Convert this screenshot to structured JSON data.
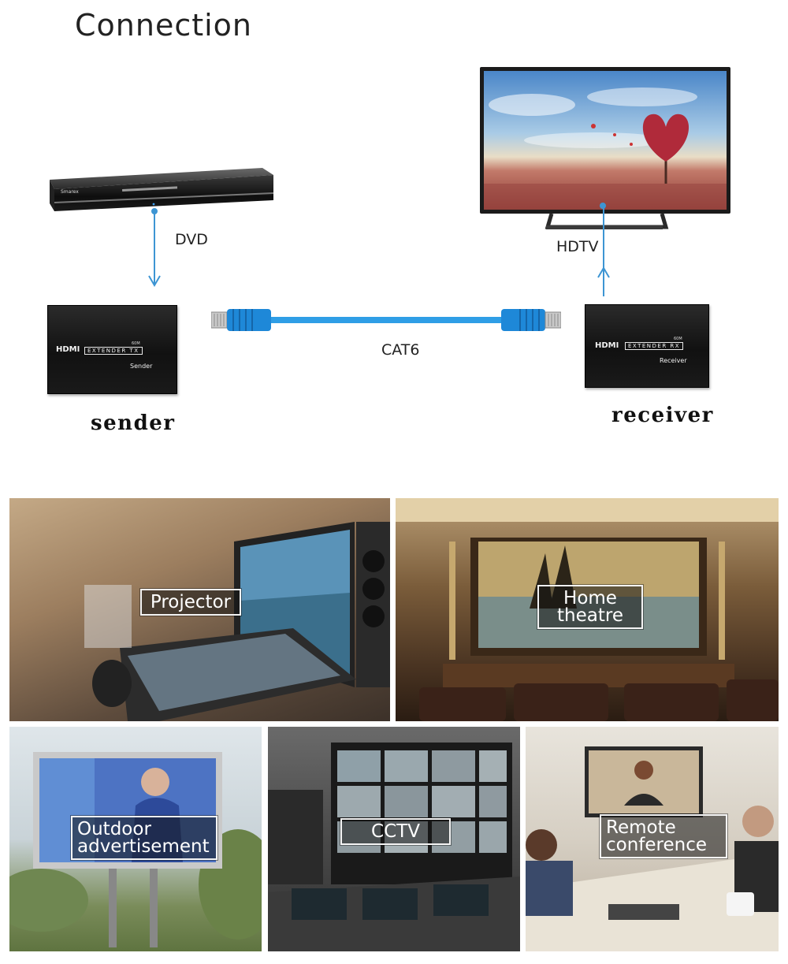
{
  "title": "Connection",
  "labels": {
    "dvd": "DVD",
    "hdtv": "HDTV",
    "cable": "CAT6",
    "sender": "sender",
    "receiver": "receiver"
  },
  "sender_device": {
    "brand": "HDMI",
    "model": "EXTENDER TX",
    "range": "60M",
    "name": "Sender"
  },
  "receiver_device": {
    "brand": "HDMI",
    "model": "EXTENDER RX",
    "range": "60M",
    "name": "Receiver"
  },
  "applications": {
    "projector": "Projector",
    "home_theatre": [
      "Home",
      "theatre"
    ],
    "outdoor": [
      "Outdoor",
      "advertisement"
    ],
    "cctv": "CCTV",
    "remote_conference": [
      "Remote",
      "conference"
    ]
  },
  "colors": {
    "arrow": "#3d95d3",
    "cable": "#2f9ee6",
    "connector": "#1e88d8"
  }
}
